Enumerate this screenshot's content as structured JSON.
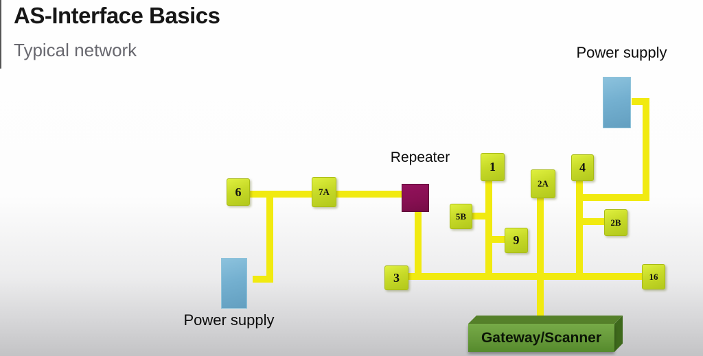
{
  "header": {
    "title": "AS-Interface Basics",
    "subtitle": "Typical network"
  },
  "labels": {
    "repeater": "Repeater",
    "power_supply_top": "Power supply",
    "power_supply_bottom": "Power supply"
  },
  "gateway": {
    "label": "Gateway/Scanner"
  },
  "nodes": [
    {
      "id": "6",
      "label": "6"
    },
    {
      "id": "7A",
      "label": "7A"
    },
    {
      "id": "1",
      "label": "1"
    },
    {
      "id": "2A",
      "label": "2A"
    },
    {
      "id": "4",
      "label": "4"
    },
    {
      "id": "5B",
      "label": "5B"
    },
    {
      "id": "9",
      "label": "9"
    },
    {
      "id": "2B",
      "label": "2B"
    },
    {
      "id": "3",
      "label": "3"
    },
    {
      "id": "16",
      "label": "16"
    }
  ],
  "colors": {
    "wire_yellow": "#f1ea10",
    "node_fill": "#c7da28",
    "repeater_fill": "#870f52",
    "power_supply_fill": "#74b0d0",
    "gateway_fill": "#66993a"
  }
}
